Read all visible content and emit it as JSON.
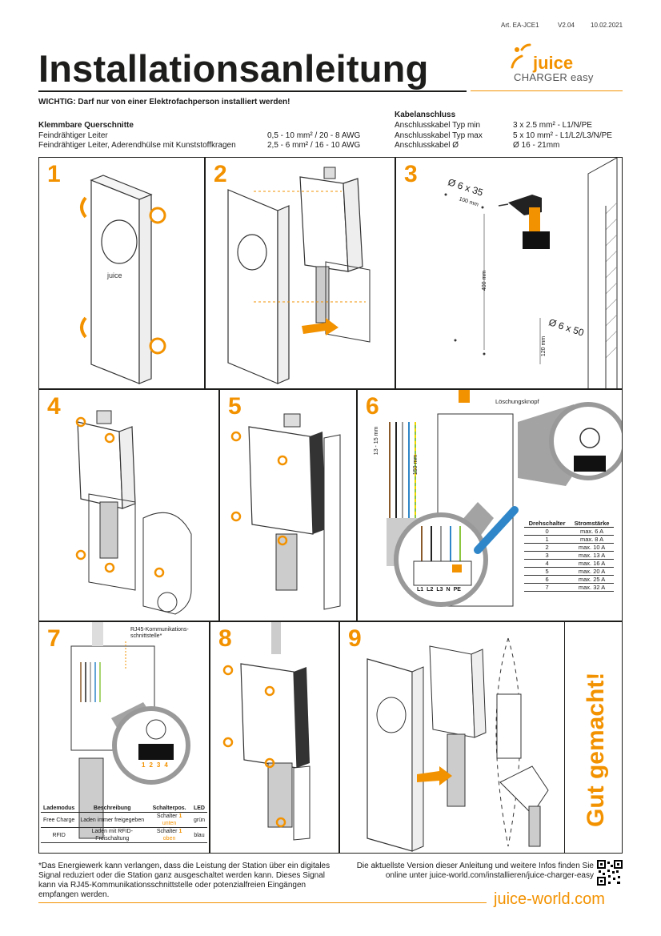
{
  "meta": {
    "article": "Art. EA-JCE1",
    "version": "V2.04",
    "date": "10.02.2021"
  },
  "title": "Installationsanleitung",
  "logo": {
    "brand": "juice",
    "product": "CHARGER easy"
  },
  "warning": "WICHTIG: Darf nur von einer Elektrofachperson installiert werden!",
  "cross_sections": {
    "heading": "Klemmbare Querschnitte",
    "rows": [
      {
        "label": "Feindrähtiger Leiter",
        "value": "0,5 - 10 mm² / 20 - 8 AWG"
      },
      {
        "label": "Feindrähtiger Leiter, Aderendhülse mit Kunststoffkragen",
        "value": "2,5 - 6 mm² / 16 - 10 AWG"
      }
    ]
  },
  "cable": {
    "heading": "Kabelanschluss",
    "rows": [
      {
        "label": "Anschlusskabel Typ min",
        "value": "3 x 2.5 mm² - L1/N/PE"
      },
      {
        "label": "Anschlusskabel Typ max",
        "value": "5 x 10 mm² - L1/L2/L3/N/PE"
      },
      {
        "label": "Anschlusskabel Ø",
        "value": "Ø 16 - 21mm"
      }
    ]
  },
  "steps": [
    "1",
    "2",
    "3",
    "4",
    "5",
    "6",
    "7",
    "8",
    "9"
  ],
  "step3": {
    "drill1": "Ø 6 x 35",
    "dist1": "100 mm",
    "dist2": "400 mm",
    "drill2": "Ø 6 x 50",
    "dist3": "120 mm"
  },
  "step6": {
    "reset_label": "Löschungsknopf",
    "strip1": "13 - 15 mm",
    "strip2": "150 mm",
    "terminals": [
      "L1",
      "L2",
      "L3",
      "N",
      "PE"
    ],
    "table": {
      "headers": [
        "Drehschalter",
        "Stromstärke"
      ],
      "rows": [
        [
          "0",
          "max.   6 A"
        ],
        [
          "1",
          "max.   8 A"
        ],
        [
          "2",
          "max. 10 A"
        ],
        [
          "3",
          "max. 13 A"
        ],
        [
          "4",
          "max. 16 A"
        ],
        [
          "5",
          "max. 20 A"
        ],
        [
          "6",
          "max. 25 A"
        ],
        [
          "7",
          "max. 32 A"
        ]
      ]
    }
  },
  "step7": {
    "rj45_label": "RJ45-Kommunikations-schnittstelle*",
    "switch_digits": [
      "1",
      "2",
      "3",
      "4"
    ],
    "table": {
      "headers": [
        "Lademodus",
        "Beschreibung",
        "Schalterpos.",
        "LED"
      ],
      "rows": [
        {
          "mode": "Free Charge",
          "desc": "Laden immer freigegeben",
          "pos_a": "Schalter ",
          "pos_num": "1",
          "pos_b": " unten",
          "led": "grün"
        },
        {
          "mode": "RFID",
          "desc": "Laden mit RFID-Freischaltung",
          "pos_a": "Schalter ",
          "pos_num": "1",
          "pos_b": " oben",
          "led": "blau"
        }
      ]
    }
  },
  "done": "Gut gemacht!",
  "footer": {
    "note": "*Das Energiewerk kann verlangen, dass die Leistung der Station über ein digitales Signal reduziert oder die Station ganz ausgeschaltet werden kann. Dieses Signal kann via RJ45-Kommunikationsschnittstelle oder potenzialfreien Eingängen empfangen werden.",
    "info": "Die aktuellste Version dieser Anleitung und weitere Infos finden Sie online unter juice-world.com/installieren/juice-charger-easy",
    "url": "juice-world.com"
  },
  "colors": {
    "accent": "#f39200",
    "ink": "#1d1d1b",
    "line": "#555555"
  }
}
